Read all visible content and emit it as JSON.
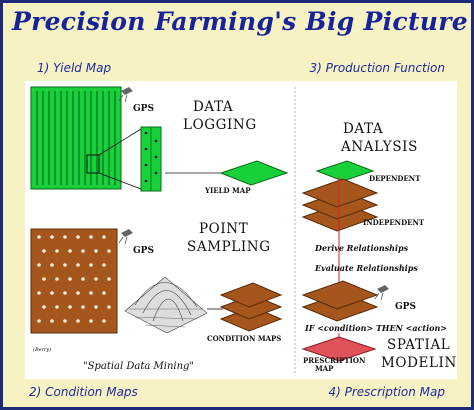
{
  "title": "Precision Farming's Big Picture",
  "corners": {
    "top_left": "1) Yield Map",
    "top_right": "3) Production Function",
    "bottom_left": "2) Condition Maps",
    "bottom_right": "4) Prescription Map"
  },
  "diagram": {
    "gps_label": "GPS",
    "data_logging": [
      "DATA",
      "LOGGING"
    ],
    "yield_map_label": "YIELD MAP",
    "point_sampling": [
      "POINT",
      "SAMPLING"
    ],
    "condition_maps_label": "CONDITION MAPS",
    "credit": "(Berry)",
    "spatial_data_mining": "\"Spatial Data Mining\"",
    "data_analysis": [
      "DATA",
      "ANALYSIS"
    ],
    "dependent": "DEPENDENT",
    "independent": "INDEPENDENT",
    "derive": "Derive Relationships",
    "evaluate": "Evaluate Relationships",
    "if_then": "IF <condition> THEN <action>",
    "prescription_map": [
      "PRESCRIPTION",
      "MAP"
    ],
    "spatial_modeling": [
      "SPATIAL",
      "MODELING"
    ]
  },
  "colors": {
    "title": "#17239a",
    "background": "#f6f2c4",
    "field_green": "#18d03a",
    "soil_brown": "#a5561d",
    "prescription_red": "#e0525a"
  }
}
